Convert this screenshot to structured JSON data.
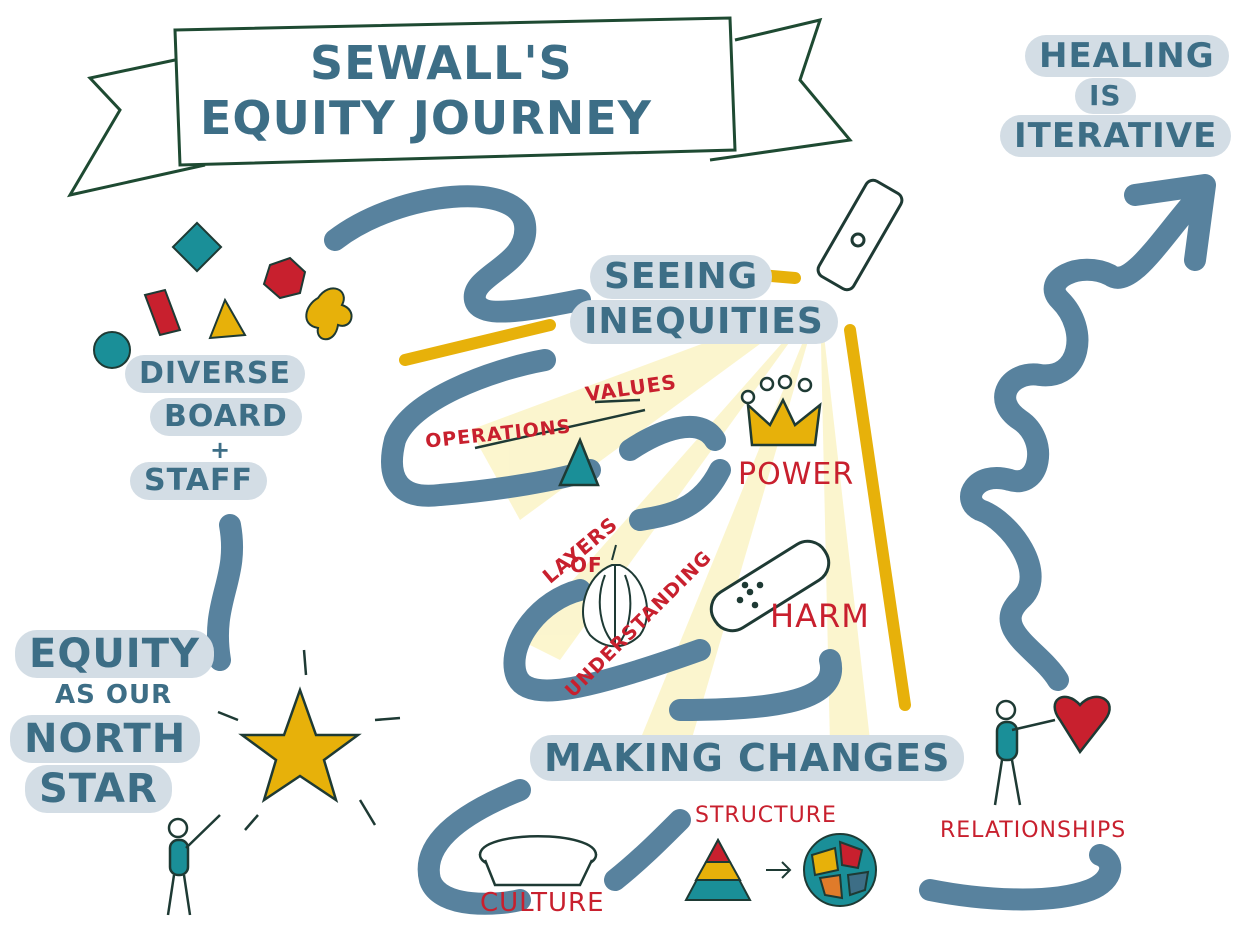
{
  "colors": {
    "path_blue": "#58829e",
    "text_blue": "#3d6e86",
    "accent_red": "#c8202e",
    "accent_yellow": "#e7b10a",
    "teal": "#1a8f98",
    "highlight": "#d3dde5",
    "ink": "#1e4a32"
  },
  "banner": {
    "line1": "SEWALL'S",
    "line2": "EQUITY JOURNEY"
  },
  "healing": {
    "line1": "HEALING",
    "line2": "IS",
    "line3": "ITERATIVE"
  },
  "diverse": {
    "line1": "DIVERSE",
    "line2": "BOARD",
    "line3": "+",
    "line4": "STAFF"
  },
  "north_star": {
    "line1": "EQUITY",
    "line2": "AS OUR",
    "line3": "NORTH",
    "line4": "STAR"
  },
  "seeing": {
    "line1": "SEEING",
    "line2": "INEQUITIES"
  },
  "labels": {
    "values": "VALUES",
    "operations": "OPERATIONS",
    "power": "POWER",
    "layers": "LAYERS",
    "of": "OF",
    "understanding": "UNDERSTANDING",
    "harm": "HARM",
    "making_changes": "MAKING CHANGES",
    "structure": "STRUCTURE",
    "culture": "CULTURE",
    "relationships": "RELATIONSHIPS"
  },
  "icons": [
    "flashlight-icon",
    "crown-icon",
    "scale-icon",
    "onion-icon",
    "bandage-icon",
    "star-icon",
    "heart-icon",
    "pie-icon",
    "pyramid-icon",
    "puzzle-globe-icon",
    "stick-figure-icon",
    "confetti-shapes-icon"
  ]
}
